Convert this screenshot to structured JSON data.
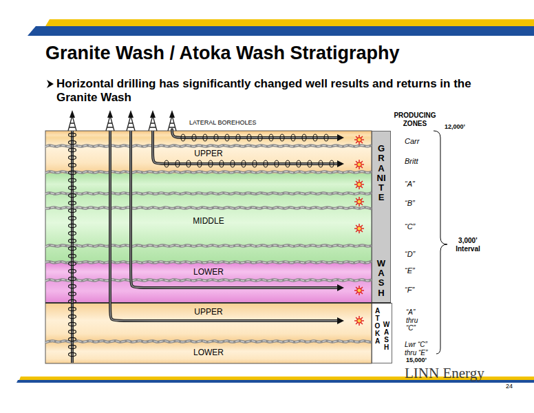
{
  "diagram": {
    "title": "Granite Wash / Atoka Wash Stratigraphy",
    "nodes": [
      {
        "text": [
          "UPPER"
        ]
      },
      {
        "text": [
          "MIDDLE"
        ]
      },
      {
        "text": [
          "LOWER"
        ]
      },
      {
        "text": [
          "UPPER"
        ]
      },
      {
        "text": [
          "LOWER"
        ]
      },
      {
        "text": [
          "GRANITE",
          "WASH"
        ]
      },
      {
        "text": [
          "ATOKA",
          "WASH"
        ]
      }
    ],
    "labels": [
      "Horizontal drilling has significantly changed well results and returns in the Granite Wash",
      "LATERAL BOREHOLES",
      "PRODUCING ZONES",
      "Carr",
      "Britt",
      "“A”",
      "“B”",
      "“C”",
      "“D”",
      "“E”",
      "“F”",
      "“A” thru “C”",
      "Lwr “C” thru “E”",
      "12,000’",
      "3,000’ Interval",
      "15,000’",
      "LINN Energy",
      "24"
    ]
  }
}
